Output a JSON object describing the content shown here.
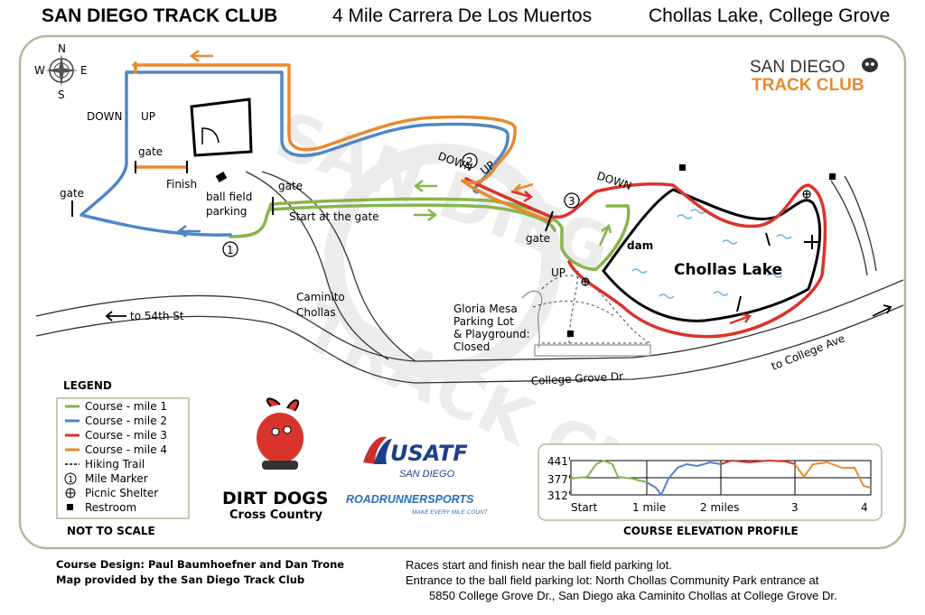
{
  "header": {
    "club": "SAN DIEGO TRACK CLUB",
    "race": "4 Mile Carrera De Los Muertos",
    "location": "Chollas Lake, College Grove"
  },
  "logo": {
    "line1": "SAN DIEGO",
    "line2": "TRACK CLUB"
  },
  "compass": {
    "n": "N",
    "s": "S",
    "e": "E",
    "w": "W",
    "icon": "compass-rose-icon"
  },
  "labels": {
    "down_left": "DOWN",
    "up_left": "UP",
    "gate_top": "gate",
    "gate_left": "gate",
    "finish": "Finish",
    "ball_field_parking_1": "ball field",
    "ball_field_parking_2": "parking",
    "gate_start": "gate",
    "start": "Start at the gate",
    "down_mid": "DOWN",
    "up_mid": "UP",
    "down_right": "DOWN",
    "gate_mid": "gate",
    "up_low": "UP",
    "dam": "dam",
    "lake": "Chollas Lake",
    "caminito_1": "Caminito",
    "caminito_2": "Chollas",
    "to_54th": "to 54th St",
    "gloria_1": "Gloria Mesa",
    "gloria_2": "Parking Lot",
    "gloria_3": "& Playground:",
    "gloria_4": "Closed",
    "college_grove": "College Grove Dr",
    "to_college": "to College Ave"
  },
  "mile_markers": [
    "1",
    "2",
    "3"
  ],
  "legend": {
    "title": "LEGEND",
    "items": [
      {
        "label": "Course - mile 1",
        "color": "#86b54c",
        "kind": "line"
      },
      {
        "label": "Course - mile 2",
        "color": "#4f86c6",
        "kind": "line"
      },
      {
        "label": "Course - mile 3",
        "color": "#d9342b",
        "kind": "line"
      },
      {
        "label": "Course - mile 4",
        "color": "#e88a2e",
        "kind": "line"
      },
      {
        "label": "Hiking Trail",
        "color": "#000000",
        "kind": "dash"
      },
      {
        "label": "Mile Marker",
        "symbol": "1",
        "kind": "circle"
      },
      {
        "label": "Picnic Shelter",
        "kind": "shelter"
      },
      {
        "label": "Restroom",
        "kind": "square"
      }
    ],
    "note": "NOT TO SCALE"
  },
  "sponsors": {
    "dirt_dogs_1": "DIRT DOGS",
    "dirt_dogs_2": "Cross Country",
    "usatf": "USATF",
    "usatf_sub": "SAN DIEGO",
    "roadrunner": "ROADRUNNERSPORTS",
    "roadrunner_sub": "MAKE EVERY MILE COUNT"
  },
  "elevation": {
    "title": "COURSE ELEVATION PROFILE",
    "y_ticks": [
      "441'",
      "377'",
      "312'"
    ],
    "x_ticks": [
      "Start",
      "1 mile",
      "2 miles",
      "3",
      "4"
    ]
  },
  "footer": {
    "left_1": "Course Design: Paul Baumhoefner and Dan Trone",
    "left_2": "Map provided by the San Diego Track Club",
    "right_1": "Races start and finish near the ball field parking lot.",
    "right_2": "Entrance to the ball field parking lot:  North Chollas Community Park entrance at",
    "right_3": "5850 College Grove Dr., San Diego  aka  Caminito Chollas at College Grove Dr."
  },
  "colors": {
    "mile1": "#86b54c",
    "mile2": "#4f86c6",
    "mile3": "#d9342b",
    "mile4": "#e88a2e",
    "frame": "#b8b59a",
    "lake_wave": "#6fb0d8",
    "logo_orange": "#e88a2e"
  }
}
